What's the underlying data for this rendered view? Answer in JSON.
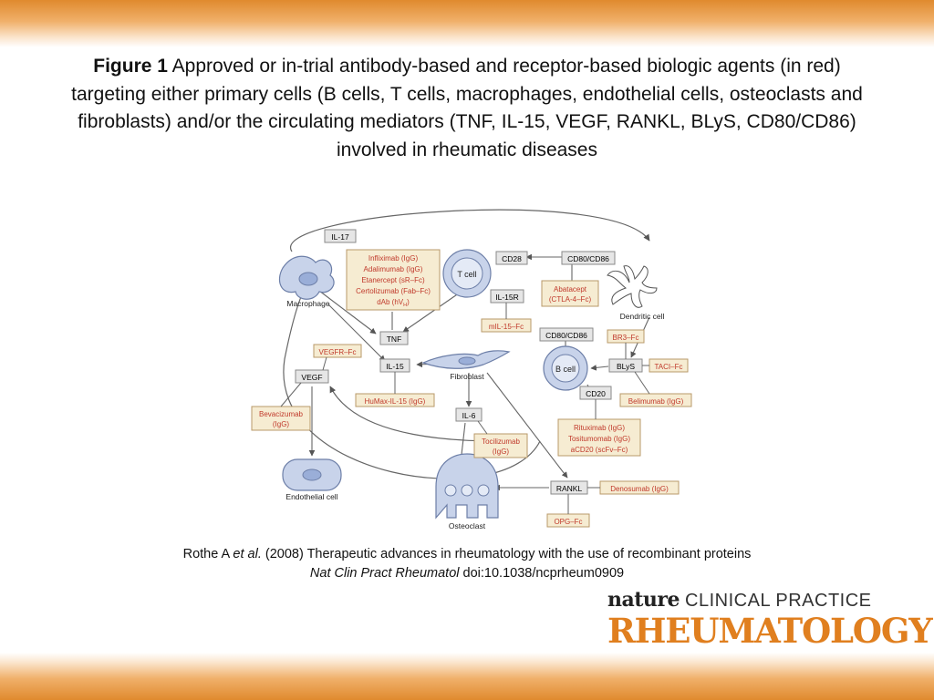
{
  "caption": {
    "label": "Figure 1",
    "text": "Approved or in-trial antibody-based and receptor-based biologic agents (in red) targeting either primary cells (B cells, T cells, macrophages, endothelial cells, osteoclasts and fibroblasts) and/or the circulating mediators (TNF, IL-15, VEGF, RANKL, BLyS, CD80/CD86) involved in rheumatic diseases"
  },
  "diagram": {
    "cells": {
      "macrophage": "Macrophage",
      "t_cell": "T cell",
      "dendritic_cell": "Dendritic cell",
      "b_cell": "B cell",
      "fibroblast": "Fibroblast",
      "endothelial_cell": "Endothelial cell",
      "osteoclast": "Osteoclast"
    },
    "mediators": {
      "il17": "IL-17",
      "cd28": "CD28",
      "cd80_cd86_top": "CD80/CD86",
      "il15r": "IL-15R",
      "cd80_cd86_mid": "CD80/CD86",
      "tnf": "TNF",
      "vegf": "VEGF",
      "il15": "IL-15",
      "blys": "BLyS",
      "cd20": "CD20",
      "il6": "IL-6",
      "rankl": "RANKL"
    },
    "agents": {
      "tnf_agents": [
        "Infliximab (IgG)",
        "Adalimumab (IgG)",
        "Etanercept (sR–Fc)",
        "Certolizumab (Fab–Fc)",
        "dAb (hV"
      ],
      "tnf_agents_subscript": "H",
      "tnf_agents_suffix": ")",
      "abatacept": [
        "Abatacept",
        "(CTLA-4–Fc)"
      ],
      "mil15fc": "mIL-15–Fc",
      "br3fc": "BR3–Fc",
      "tacifc": "TACI–Fc",
      "vegfrfc": "VEGFR–Fc",
      "humax": "HuMax-IL-15 (IgG)",
      "belimumab": "Belimumab (IgG)",
      "bevacizumab": [
        "Bevacizumab",
        "(IgG)"
      ],
      "tocilizumab": [
        "Tocilizumab",
        "(IgG)"
      ],
      "cd20_agents": [
        "Rituximab (IgG)",
        "Tositumomab (IgG)",
        "aCD20 (scFv–Fc)"
      ],
      "denosumab": "Denosumab (IgG)",
      "opgfc": "OPG–Fc"
    },
    "colors": {
      "agent_text": "#c0392b",
      "agent_box_fill": "#f6ecd2",
      "agent_box_stroke": "#b89a6a",
      "mediator_fill": "#e6e6e6",
      "mediator_stroke": "#8a8a8a",
      "cell_fill": "#c8d3ea",
      "cell_stroke": "#6d7fa8"
    }
  },
  "citation": {
    "line1_prefix": "Rothe A ",
    "line1_italic": "et al.",
    "line1_suffix": " (2008) Therapeutic advances in rheumatology with the use of recombinant proteins",
    "journal_italic": "Nat Clin Pract Rheumatol",
    "doi": " doi:10.1038/ncprheum0909"
  },
  "logo": {
    "word_nature": "nature",
    "word_clinical": " CLINICAL PRACTICE",
    "word_rheumatology": "RHEUMATOLOGY"
  }
}
